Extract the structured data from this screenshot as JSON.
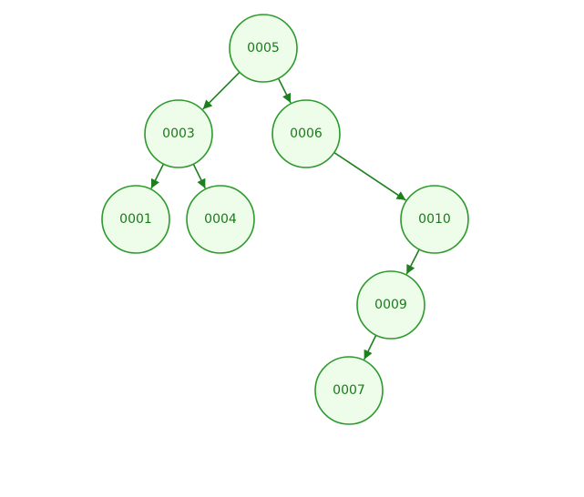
{
  "tree": {
    "colors": {
      "node_fill": "#eefdea",
      "node_stroke": "#2c9a2c",
      "label": "#1a7a1a",
      "edge": "#1f7f1f"
    },
    "nodes": [
      {
        "id": "n0005",
        "label": "0005"
      },
      {
        "id": "n0003",
        "label": "0003"
      },
      {
        "id": "n0006",
        "label": "0006"
      },
      {
        "id": "n0001",
        "label": "0001"
      },
      {
        "id": "n0004",
        "label": "0004"
      },
      {
        "id": "n0010",
        "label": "0010"
      },
      {
        "id": "n0009",
        "label": "0009"
      },
      {
        "id": "n0007",
        "label": "0007"
      }
    ],
    "edges": [
      {
        "from": "n0005",
        "to": "n0003"
      },
      {
        "from": "n0005",
        "to": "n0006"
      },
      {
        "from": "n0003",
        "to": "n0001"
      },
      {
        "from": "n0003",
        "to": "n0004"
      },
      {
        "from": "n0006",
        "to": "n0010"
      },
      {
        "from": "n0010",
        "to": "n0009"
      },
      {
        "from": "n0009",
        "to": "n0007"
      }
    ]
  }
}
